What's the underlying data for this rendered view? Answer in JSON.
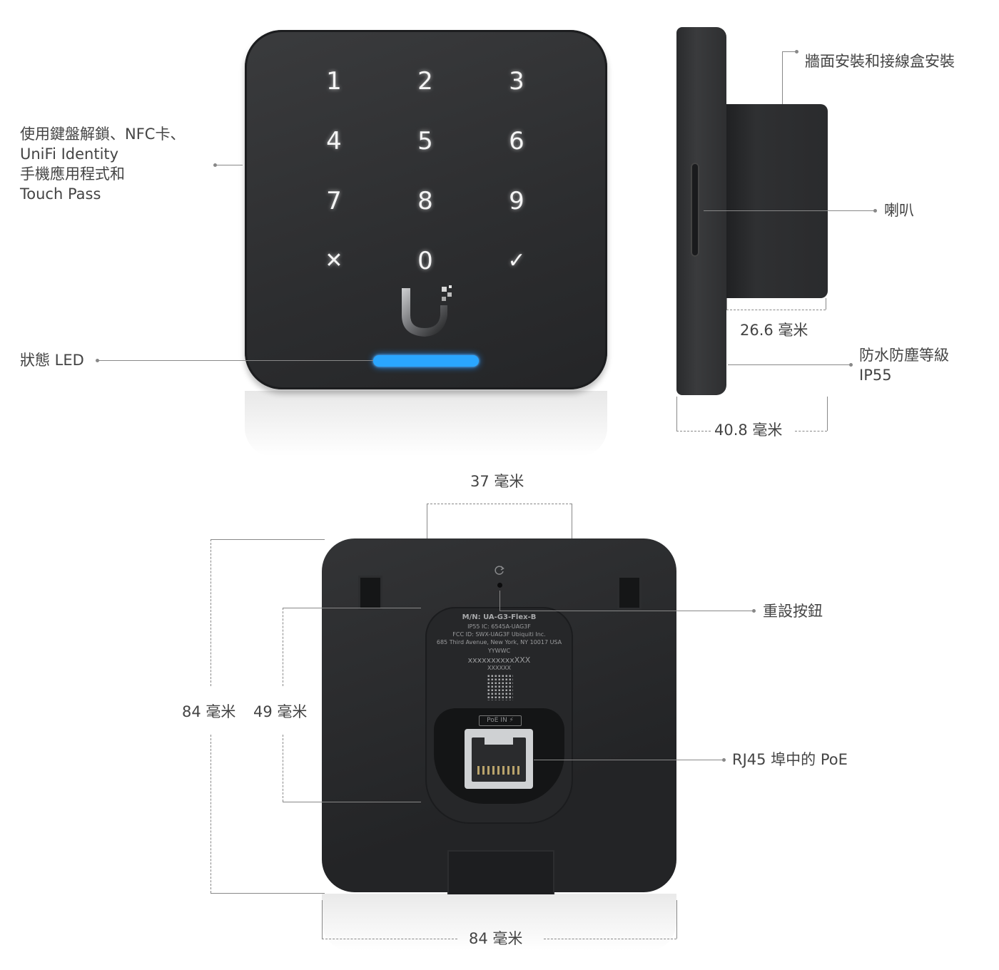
{
  "front": {
    "keys": [
      "1",
      "2",
      "3",
      "4",
      "5",
      "6",
      "7",
      "8",
      "9",
      "✕",
      "0",
      "✓"
    ],
    "unlock_label": [
      "使用鍵盤解鎖、NFC卡、",
      "UniFi Identity",
      "手機應用程式和",
      "Touch Pass"
    ],
    "led_label": "狀態 LED",
    "led_color": "#2aa6ff"
  },
  "side": {
    "mount_label": "牆面安裝和接線盒安裝",
    "speaker_label": "喇叭",
    "depth_box": "26.6 毫米",
    "waterproof_label": [
      "防水防塵等級",
      "IP55"
    ],
    "depth_total": "40.8 毫米"
  },
  "back": {
    "top_dim": "37 毫米",
    "reset_label": "重設按鈕",
    "height_outer": "84 毫米",
    "height_inner": "49 毫米",
    "port_label": "RJ45 埠中的 PoE",
    "width_bottom": "84 毫米",
    "sticker": {
      "model": "M/N: UA-G3-Flex-B",
      "line2": "IP55    IC: 6545A-UAG3F",
      "line3": "FCC ID: SWX-UAG3F    Ubiquiti Inc.",
      "line4": "685 Third Avenue, New York, NY 10017 USA",
      "line5": "YYWWC",
      "line6": "xxxxxxxxxxXXX",
      "line7": "XXXXXX",
      "poe": "PoE IN"
    }
  }
}
